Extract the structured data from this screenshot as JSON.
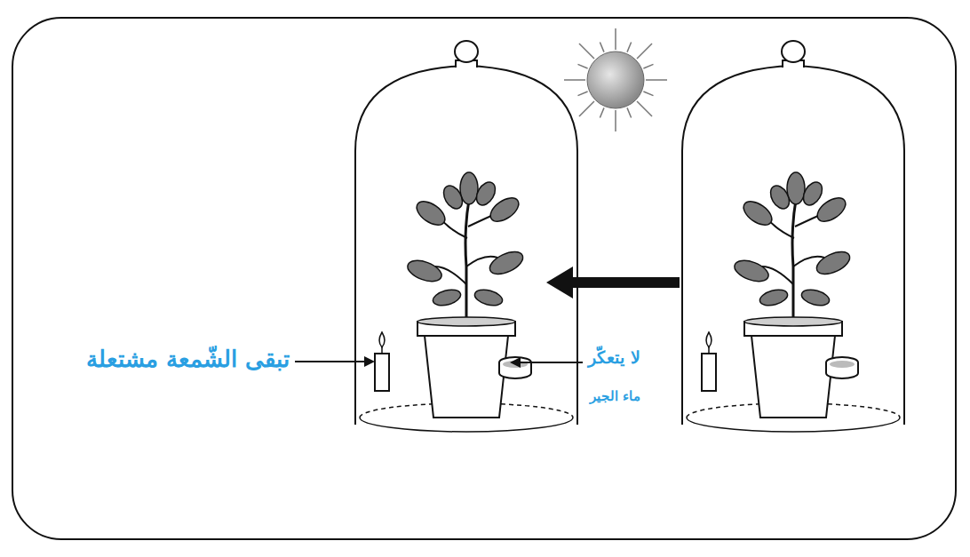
{
  "diagram": {
    "labels": [
      "تبقى الشّمعة مشتعلة",
      "لا يتعكّر",
      "ماء الجير"
    ]
  }
}
